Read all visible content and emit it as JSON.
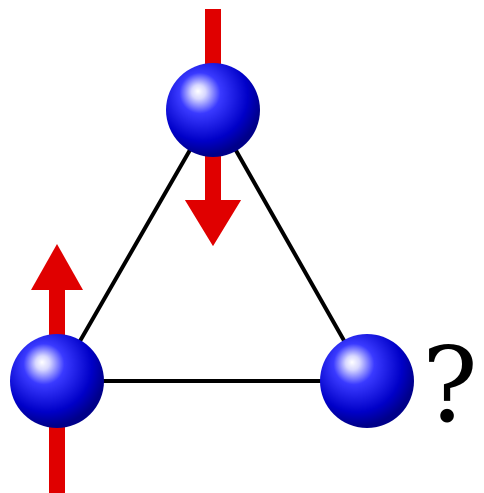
{
  "diagram": {
    "question_mark": "?",
    "sites": [
      {
        "id": "top",
        "spin": "down"
      },
      {
        "id": "bottom-left",
        "spin": "up"
      },
      {
        "id": "bottom-right",
        "spin": "none"
      }
    ],
    "colors": {
      "sphere_highlight": "#ffffff",
      "sphere_mid": "#3a3aff",
      "sphere_dark": "#0000c8",
      "sphere_edge": "#00008a",
      "arrow": "#e00000",
      "bond": "#000000",
      "background": "#ffffff"
    }
  }
}
